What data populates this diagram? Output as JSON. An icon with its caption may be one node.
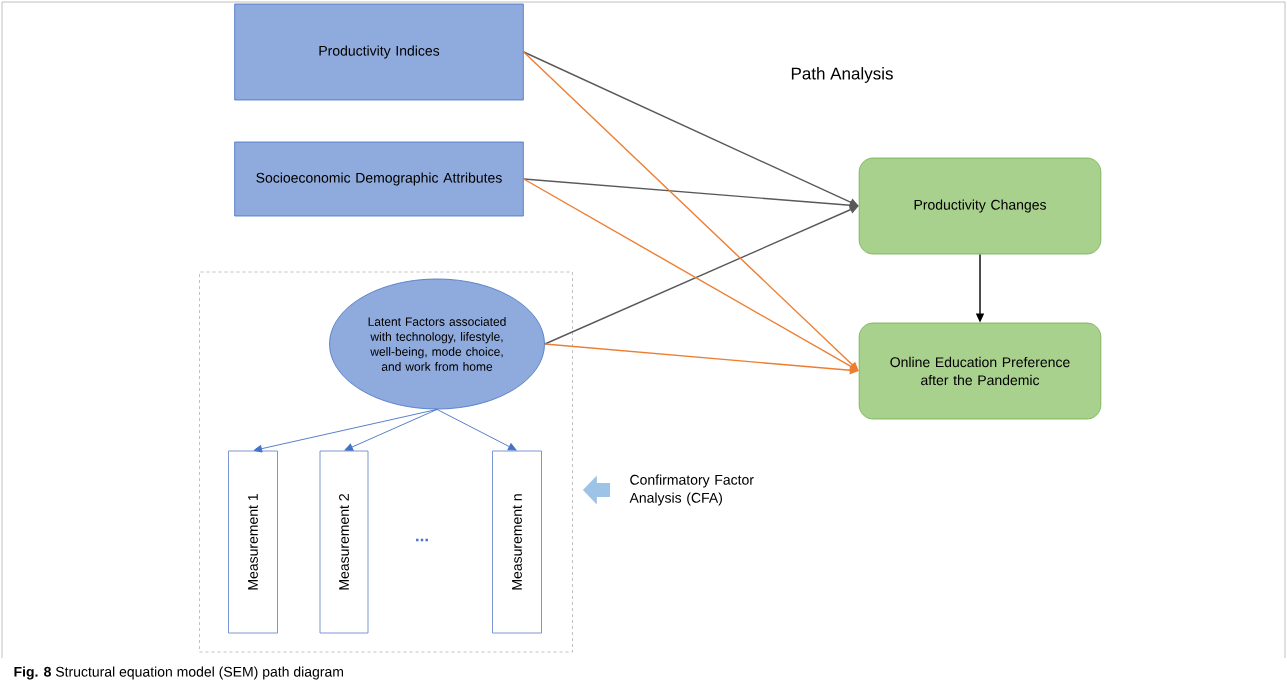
{
  "diagram": {
    "caption": "**Fig. 8** Structural equation model (SEM) path diagram",
    "nodes": [
      {
        "text": [
          "Productivity Indices"
        ]
      },
      {
        "text": [
          "Socioeconomic Demographic Attributes"
        ]
      },
      {
        "text": [],
        "shape": "box"
      },
      {
        "text": [
          "Latent Factors associated with technology, lifestyle, well-being, mode choice, and work from home"
        ],
        "in": 2
      },
      {
        "text": [
          "Measurement 1"
        ],
        "in": 2
      },
      {
        "text": [
          "Measurement 2"
        ],
        "in": 2
      },
      {
        "text": [
          "Measurement n"
        ],
        "in": 2
      },
      {
        "text": [
          "Productivity Changes"
        ]
      },
      {
        "text": [
          "Online Education Preference after the Pandemic"
        ]
      },
      {
        "text": [
          "Confirmatory Factor Analysis (CFA)"
        ]
      }
    ],
    "edges": [
      {
        "from": 0,
        "to": 7,
        "arrow": "to",
        "color": "#595959"
      },
      {
        "from": 1,
        "to": 7,
        "arrow": "to",
        "color": "#595959"
      },
      {
        "from": 3,
        "to": 7,
        "arrow": "to",
        "color": "#595959"
      },
      {
        "from": 0,
        "to": 8,
        "arrow": "to",
        "color": "#ed7d31"
      },
      {
        "from": 1,
        "to": 8,
        "arrow": "to",
        "color": "#ed7d31"
      },
      {
        "from": 3,
        "to": 8,
        "arrow": "to",
        "color": "#ed7d31"
      },
      {
        "from": 7,
        "to": 8,
        "arrow": "to",
        "color": "#000000"
      },
      {
        "from": 3,
        "to": 4,
        "arrow": "to",
        "color": "#4472c4"
      },
      {
        "from": 3,
        "to": 5,
        "arrow": "to",
        "color": "#4472c4"
      },
      {
        "from": 3,
        "to": 6,
        "arrow": "to",
        "color": "#4472c4"
      },
      {
        "from": 9,
        "to": 2,
        "arrow": "to",
        "style": "thick",
        "color": "#9dc3e6"
      }
    ],
    "labels": [
      "Path Analysis",
      "..."
    ]
  }
}
